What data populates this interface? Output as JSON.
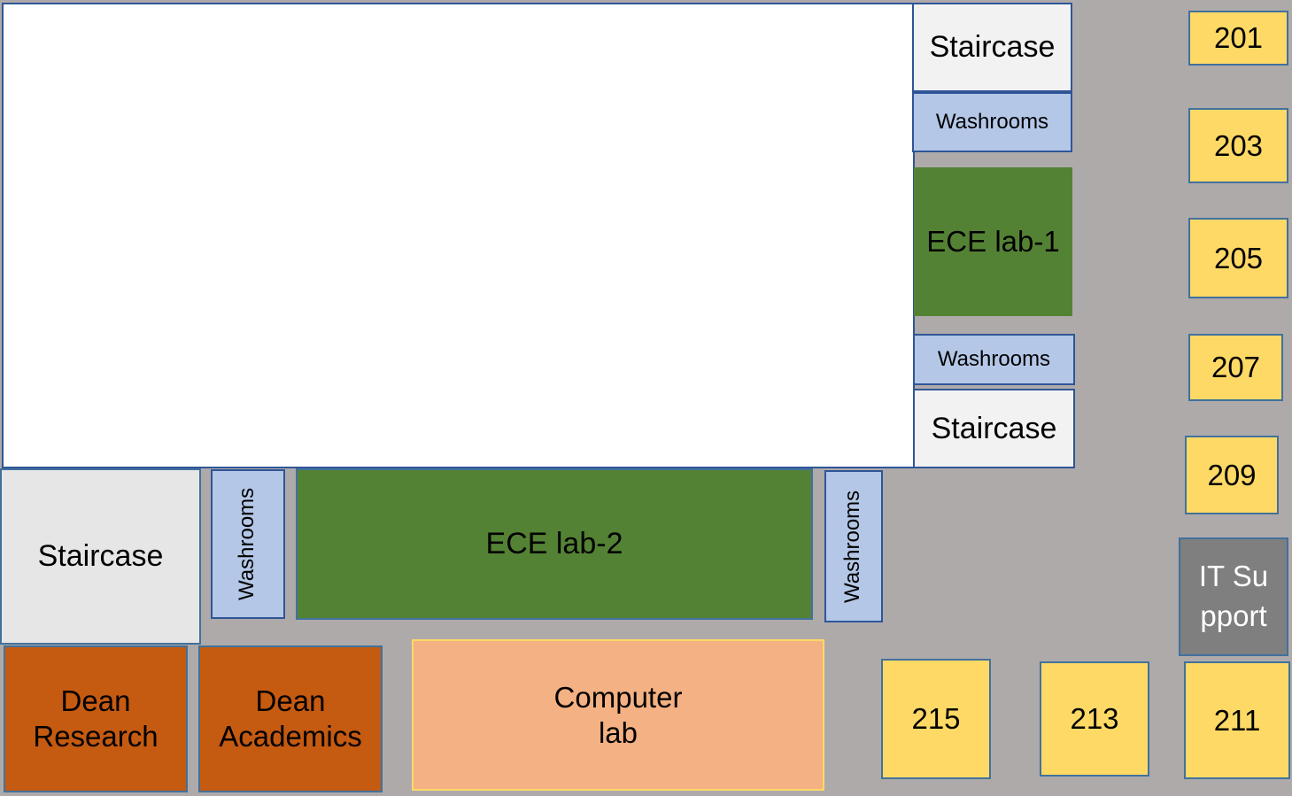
{
  "rooms": {
    "staircase_top": "Staircase",
    "washrooms_top": "Washrooms",
    "ece_lab_1": "ECE lab-1",
    "washrooms_mid": "Washrooms",
    "staircase_mid": "Staircase",
    "staircase_left": "Staircase",
    "washrooms_left": "Washrooms",
    "ece_lab_2": "ECE lab-2",
    "washrooms_right": "Washrooms",
    "dean_research": "Dean Research",
    "dean_academics": "Dean Academics",
    "computer_lab": "Computer lab",
    "r201": "201",
    "r203": "203",
    "r205": "205",
    "r207": "207",
    "r209": "209",
    "it_support": "IT Support",
    "r211": "211",
    "r213": "213",
    "r215": "215"
  },
  "colors": {
    "corridor": "#aeaaaa",
    "staircase": "#f2f2f2",
    "washrooms": "#b4c7e7",
    "lab": "#548235",
    "classroom": "#ffd966",
    "dean_office": "#c55a11",
    "computer_lab": "#f4b183",
    "it_support": "#7f7f7f"
  }
}
